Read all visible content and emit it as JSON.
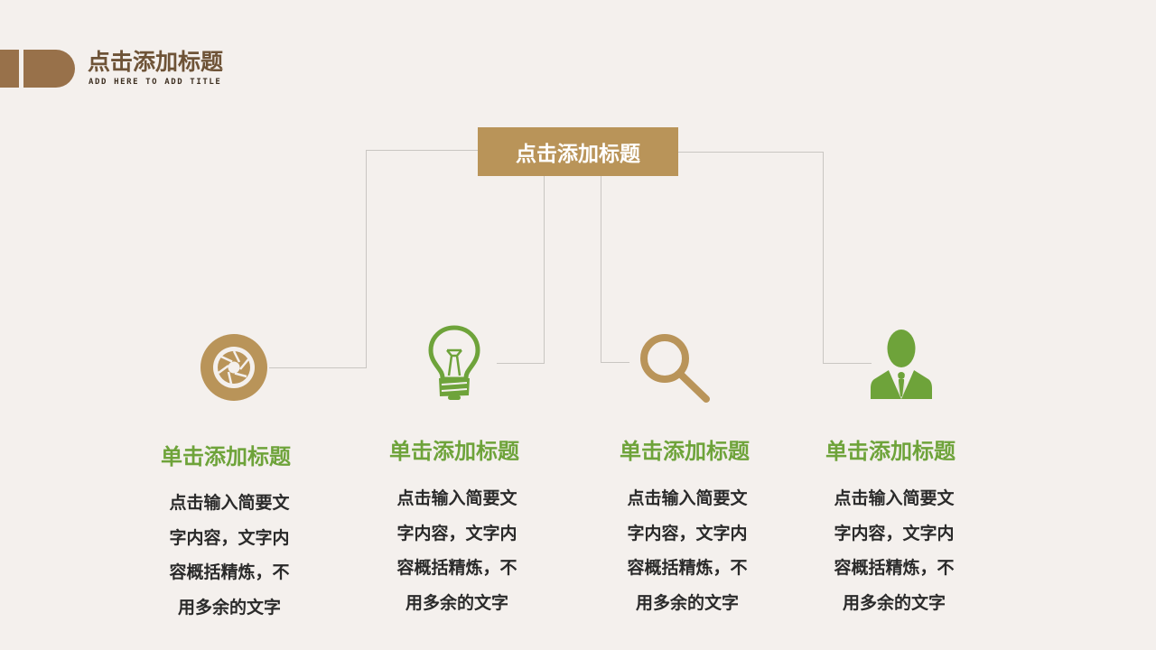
{
  "header": {
    "title": "点击添加标题",
    "subtitle": "ADD HERE TO ADD TITLE"
  },
  "center": {
    "title": "点击添加标题"
  },
  "colors": {
    "background": "#f4f0ed",
    "brown_accent": "#98714a",
    "gold": "#b99459",
    "green": "#6ea33a",
    "connector": "#c9c6c2",
    "body_text": "#2a2a2a"
  },
  "items": [
    {
      "icon": "camera-aperture-icon",
      "title": "单击添加标题",
      "lines": [
        "点击输入简要文",
        "字内容，文字内",
        "容概括精炼，不",
        "用多余的文字"
      ]
    },
    {
      "icon": "lightbulb-icon",
      "title": "单击添加标题",
      "lines": [
        "点击输入简要文",
        "字内容，文字内",
        "容概括精炼，不",
        "用多余的文字"
      ]
    },
    {
      "icon": "magnifier-icon",
      "title": "单击添加标题",
      "lines": [
        "点击输入简要文",
        "字内容，文字内",
        "容概括精炼，不",
        "用多余的文字"
      ]
    },
    {
      "icon": "businessman-icon",
      "title": "单击添加标题",
      "lines": [
        "点击输入简要文",
        "字内容，文字内",
        "容概括精炼，不",
        "用多余的文字"
      ]
    }
  ]
}
